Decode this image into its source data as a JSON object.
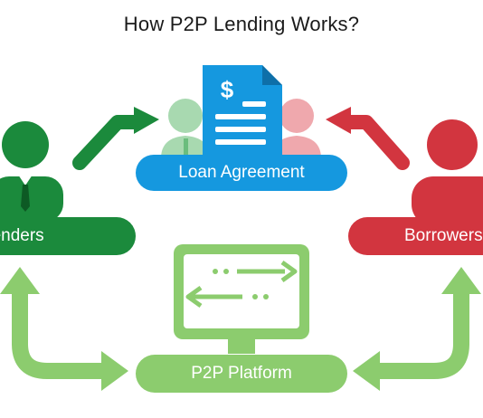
{
  "title": "How P2P Lending Works?",
  "nodes": {
    "lenders": {
      "label": "Lenders",
      "color": "#1b8a3c"
    },
    "borrowers": {
      "label": "Borrowers",
      "color": "#d2353f"
    },
    "loan_agreement": {
      "label": "Loan Agreement",
      "color": "#1598df"
    },
    "platform": {
      "label": "P2P Platform",
      "color": "#8ccc6e"
    }
  },
  "icons": {
    "document": "dollar-document-icon",
    "monitor": "monitor-exchange-icon",
    "lender_person": "person-tie-icon",
    "borrower_person": "person-icon"
  }
}
